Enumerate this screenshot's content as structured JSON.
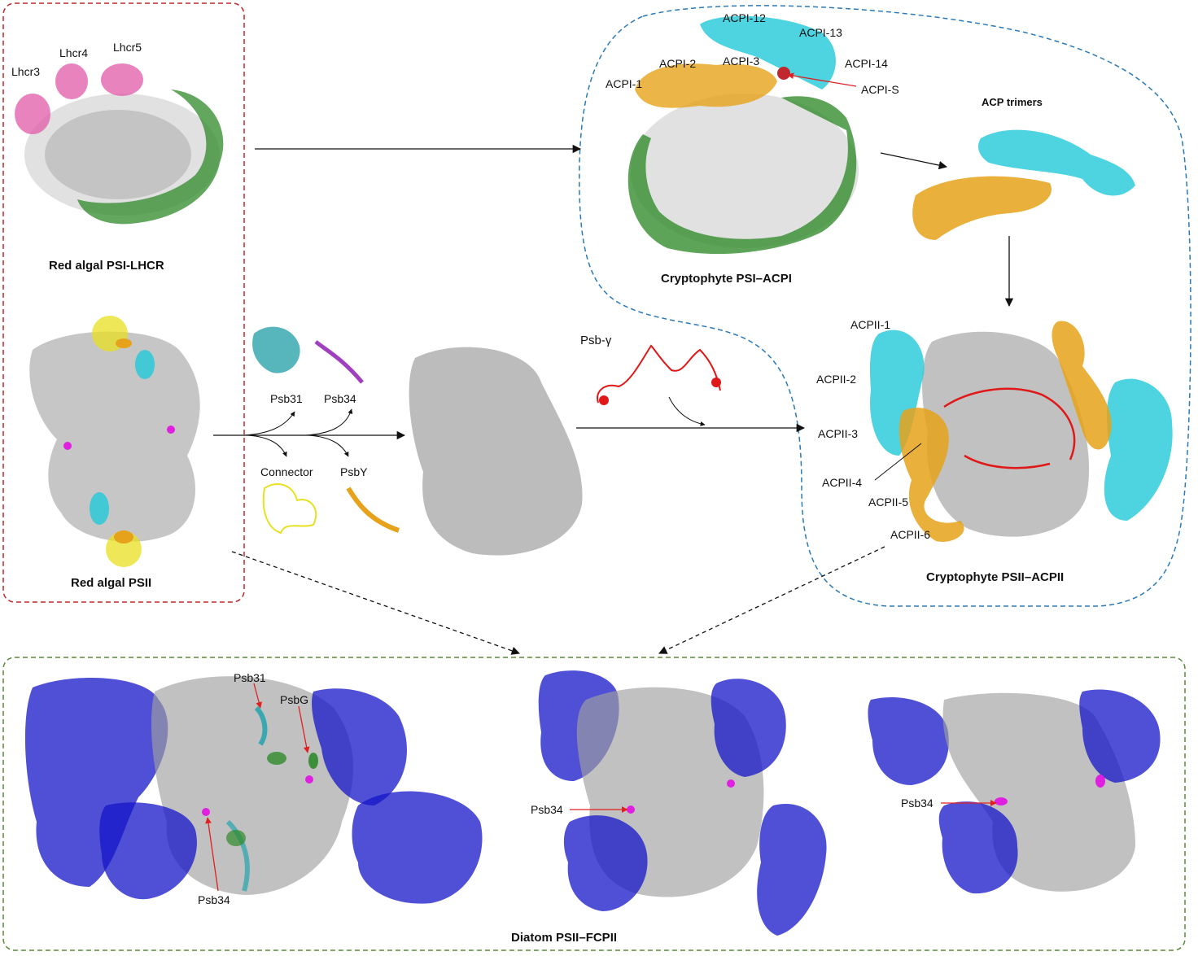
{
  "colors": {
    "red_box": "#c0282d",
    "blue_box": "#2a7ab8",
    "green_box": "#5a8a3a",
    "core_gray": "#9a9a9a",
    "lhcr_pink": "#e05aa8",
    "green_antenna": "#2f8a2a",
    "acp_orange": "#e6a21a",
    "acp_cyan": "#22c8d8",
    "fcp_blue": "#1616c8",
    "psb_gamma_red": "#e01818",
    "connector_yellow": "#e8e020",
    "psb34_magenta": "#e020e0",
    "psb31_teal": "#3aa8b0",
    "arrow_red": "#e02020"
  },
  "sections": {
    "red_algal_psi": {
      "title": "Red algal PSI-LHCR",
      "labels": [
        "Lhcr3",
        "Lhcr4",
        "Lhcr5"
      ]
    },
    "red_algal_psii": {
      "title": "Red algal PSII"
    },
    "crypto_psi": {
      "title": "Cryptophyte PSI–ACPI",
      "labels": [
        "ACPI-12",
        "ACPI-13",
        "ACPI-2",
        "ACPI-3",
        "ACPI-14",
        "ACPI-1",
        "ACPI-S"
      ]
    },
    "acp_trimers": {
      "title": "ACP trimers"
    },
    "subunits": {
      "labels": [
        "Psb31",
        "Psb34",
        "Connector",
        "PsbY"
      ]
    },
    "psb_gamma": {
      "label": "Psb-γ"
    },
    "crypto_psii": {
      "title": "Cryptophyte PSII–ACPII",
      "labels": [
        "ACPII-1",
        "ACPII-2",
        "ACPII-3",
        "ACPII-4",
        "ACPII-5",
        "ACPII-6"
      ]
    },
    "diatom": {
      "title": "Diatom PSII–FCPII",
      "labels": [
        "Psb31",
        "PsbG",
        "Psb34",
        "Psb34",
        "Psb34"
      ]
    }
  }
}
